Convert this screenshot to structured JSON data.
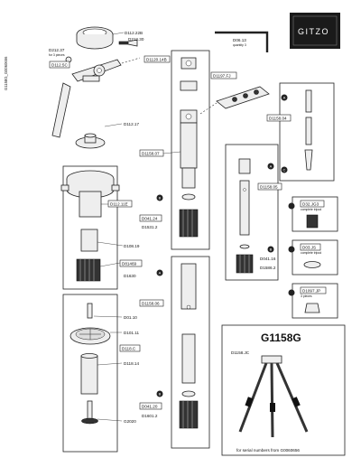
{
  "sheet": {
    "side_code": "G1158G_G0060656",
    "brand": "GITZO",
    "model": "G1158G",
    "serial_note": "for serial numbers from G0060656"
  },
  "parts": {
    "d112_22b": "D112.22B",
    "d212_30": "D212.30",
    "d212_37": "D212.37",
    "d212_37_note": "for 3 pieces",
    "d112_5c": "D112.5C",
    "d112_17": "D112.17",
    "d112_11e": "D112.11E",
    "d108_19": "D108.19",
    "d81469": "D81469",
    "d1630": "D1630",
    "d1120_14b": "D1120.14B",
    "d1197_fj": "D1197.FJ",
    "d1158_07": "D1158.07",
    "d041_24": "D041.24",
    "d1531_2": "D1531.2",
    "d1158_06": "D1158.06",
    "d041_20": "D041.20",
    "d1601_2": "D1601.2",
    "d06_13": "D06.13",
    "d06_13_qty": "quantity 3",
    "d1158_04": "D1158.04",
    "d1158_05": "D1158.05",
    "d041_16": "D041.16",
    "d1586_2": "D1586.2",
    "d32_jg3": "D32.JG3",
    "d32_jg3_note": "complete tripod",
    "d03_js": "D03.JS",
    "d03_js_note": "complete tripod",
    "d1097_jp": "D1097.JP",
    "d1097_jp_note": "3 pieces",
    "d01_10": "D01.10",
    "d101_11": "D101.11",
    "d118_c": "D118.C",
    "d118_14": "D118.14",
    "g2020": "G2020",
    "d1158_jc": "D1158.JC"
  },
  "markers": {
    "a": "A",
    "b": "B",
    "c": "C"
  }
}
